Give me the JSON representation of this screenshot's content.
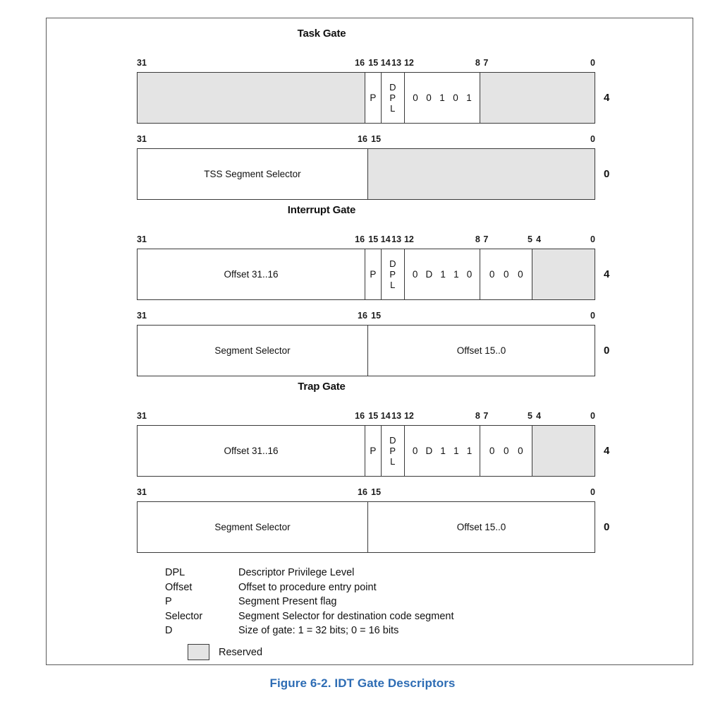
{
  "figure": {
    "caption": "Figure 6-2.  IDT Gate Descriptors",
    "caption_color": "#2d6cb4",
    "reserved_color": "#e4e4e4",
    "border_color": "#3a3a3a"
  },
  "gates": [
    {
      "title": "Task Gate",
      "rows": [
        {
          "byte_offset": "4",
          "ticks": [
            {
              "label": "31",
              "align": "left",
              "pos": 0
            },
            {
              "label": "16",
              "align": "right",
              "pos": 49.7
            },
            {
              "label": "15",
              "align": "left",
              "pos": 50.5
            },
            {
              "label": "14",
              "align": "left",
              "pos": 53.2
            },
            {
              "label": "13",
              "align": "right",
              "pos": 57.7
            },
            {
              "label": "12",
              "align": "left",
              "pos": 58.3
            },
            {
              "label": "8",
              "align": "right",
              "pos": 74.9
            },
            {
              "label": "7",
              "align": "left",
              "pos": 75.6
            },
            {
              "label": "0",
              "align": "right",
              "pos": 100
            }
          ],
          "fields": [
            {
              "kind": "reserved",
              "left": 0,
              "width": 49.7,
              "text": ""
            },
            {
              "kind": "plain",
              "left": 49.7,
              "width": 3.5,
              "text": "P"
            },
            {
              "kind": "plain",
              "left": 53.2,
              "width": 5.1,
              "text": "DPL",
              "stacked": true
            },
            {
              "kind": "bits",
              "left": 58.3,
              "width": 16.6,
              "bits": [
                "0",
                "0",
                "1",
                "0",
                "1"
              ]
            },
            {
              "kind": "reserved",
              "left": 74.9,
              "width": 25.1,
              "text": ""
            }
          ]
        },
        {
          "byte_offset": "0",
          "ticks": [
            {
              "label": "31",
              "align": "left",
              "pos": 0
            },
            {
              "label": "16",
              "align": "right",
              "pos": 50.3
            },
            {
              "label": "15",
              "align": "left",
              "pos": 51.1
            },
            {
              "label": "0",
              "align": "right",
              "pos": 100
            }
          ],
          "fields": [
            {
              "kind": "plain",
              "left": 0,
              "width": 50.3,
              "text": "TSS Segment Selector"
            },
            {
              "kind": "reserved",
              "left": 50.3,
              "width": 49.7,
              "text": ""
            }
          ]
        }
      ]
    },
    {
      "title": "Interrupt Gate",
      "rows": [
        {
          "byte_offset": "4",
          "ticks": [
            {
              "label": "31",
              "align": "left",
              "pos": 0
            },
            {
              "label": "16",
              "align": "right",
              "pos": 49.7
            },
            {
              "label": "15",
              "align": "left",
              "pos": 50.5
            },
            {
              "label": "14",
              "align": "left",
              "pos": 53.2
            },
            {
              "label": "13",
              "align": "right",
              "pos": 57.7
            },
            {
              "label": "12",
              "align": "left",
              "pos": 58.3
            },
            {
              "label": "8",
              "align": "right",
              "pos": 74.9
            },
            {
              "label": "7",
              "align": "left",
              "pos": 75.6
            },
            {
              "label": "5",
              "align": "right",
              "pos": 86.3
            },
            {
              "label": "4",
              "align": "left",
              "pos": 87.1
            },
            {
              "label": "0",
              "align": "right",
              "pos": 100
            }
          ],
          "fields": [
            {
              "kind": "plain",
              "left": 0,
              "width": 49.7,
              "text": "Offset 31..16"
            },
            {
              "kind": "plain",
              "left": 49.7,
              "width": 3.5,
              "text": "P"
            },
            {
              "kind": "plain",
              "left": 53.2,
              "width": 5.1,
              "text": "DPL",
              "stacked": true
            },
            {
              "kind": "bits",
              "left": 58.3,
              "width": 16.6,
              "bits": [
                "0",
                "D",
                "1",
                "1",
                "0"
              ]
            },
            {
              "kind": "bits",
              "left": 74.9,
              "width": 11.4,
              "bits": [
                "0",
                "0",
                "0"
              ]
            },
            {
              "kind": "reserved",
              "left": 86.3,
              "width": 13.7,
              "text": ""
            }
          ]
        },
        {
          "byte_offset": "0",
          "ticks": [
            {
              "label": "31",
              "align": "left",
              "pos": 0
            },
            {
              "label": "16",
              "align": "right",
              "pos": 50.3
            },
            {
              "label": "15",
              "align": "left",
              "pos": 51.1
            },
            {
              "label": "0",
              "align": "right",
              "pos": 100
            }
          ],
          "fields": [
            {
              "kind": "plain",
              "left": 0,
              "width": 50.3,
              "text": "Segment Selector"
            },
            {
              "kind": "plain",
              "left": 50.3,
              "width": 49.7,
              "text": "Offset 15..0"
            }
          ]
        }
      ]
    },
    {
      "title": "Trap Gate",
      "rows": [
        {
          "byte_offset": "4",
          "ticks": [
            {
              "label": "31",
              "align": "left",
              "pos": 0
            },
            {
              "label": "16",
              "align": "right",
              "pos": 49.7
            },
            {
              "label": "15",
              "align": "left",
              "pos": 50.5
            },
            {
              "label": "14",
              "align": "left",
              "pos": 53.2
            },
            {
              "label": "13",
              "align": "right",
              "pos": 57.7
            },
            {
              "label": "12",
              "align": "left",
              "pos": 58.3
            },
            {
              "label": "8",
              "align": "right",
              "pos": 74.9
            },
            {
              "label": "7",
              "align": "left",
              "pos": 75.6
            },
            {
              "label": "5",
              "align": "right",
              "pos": 86.3
            },
            {
              "label": "4",
              "align": "left",
              "pos": 87.1
            },
            {
              "label": "0",
              "align": "right",
              "pos": 100
            }
          ],
          "fields": [
            {
              "kind": "plain",
              "left": 0,
              "width": 49.7,
              "text": "Offset 31..16"
            },
            {
              "kind": "plain",
              "left": 49.7,
              "width": 3.5,
              "text": "P"
            },
            {
              "kind": "plain",
              "left": 53.2,
              "width": 5.1,
              "text": "DPL",
              "stacked": true
            },
            {
              "kind": "bits",
              "left": 58.3,
              "width": 16.6,
              "bits": [
                "0",
                "D",
                "1",
                "1",
                "1"
              ]
            },
            {
              "kind": "bits",
              "left": 74.9,
              "width": 11.4,
              "bits": [
                "0",
                "0",
                "0"
              ]
            },
            {
              "kind": "reserved",
              "left": 86.3,
              "width": 13.7,
              "text": ""
            }
          ]
        },
        {
          "byte_offset": "0",
          "ticks": [
            {
              "label": "31",
              "align": "left",
              "pos": 0
            },
            {
              "label": "16",
              "align": "right",
              "pos": 50.3
            },
            {
              "label": "15",
              "align": "left",
              "pos": 51.1
            },
            {
              "label": "0",
              "align": "right",
              "pos": 100
            }
          ],
          "fields": [
            {
              "kind": "plain",
              "left": 0,
              "width": 50.3,
              "text": "Segment Selector"
            },
            {
              "kind": "plain",
              "left": 50.3,
              "width": 49.7,
              "text": "Offset 15..0"
            }
          ]
        }
      ]
    }
  ],
  "legend": {
    "entries": [
      {
        "term": "DPL",
        "desc": "Descriptor Privilege Level"
      },
      {
        "term": "Offset",
        "desc": "Offset to procedure entry point"
      },
      {
        "term": "P",
        "desc": "Segment Present flag"
      },
      {
        "term": "Selector",
        "desc": "Segment Selector for destination code segment"
      },
      {
        "term": "D",
        "desc": "Size of gate: 1 = 32 bits; 0 = 16 bits"
      }
    ],
    "reserved_label": "Reserved"
  }
}
